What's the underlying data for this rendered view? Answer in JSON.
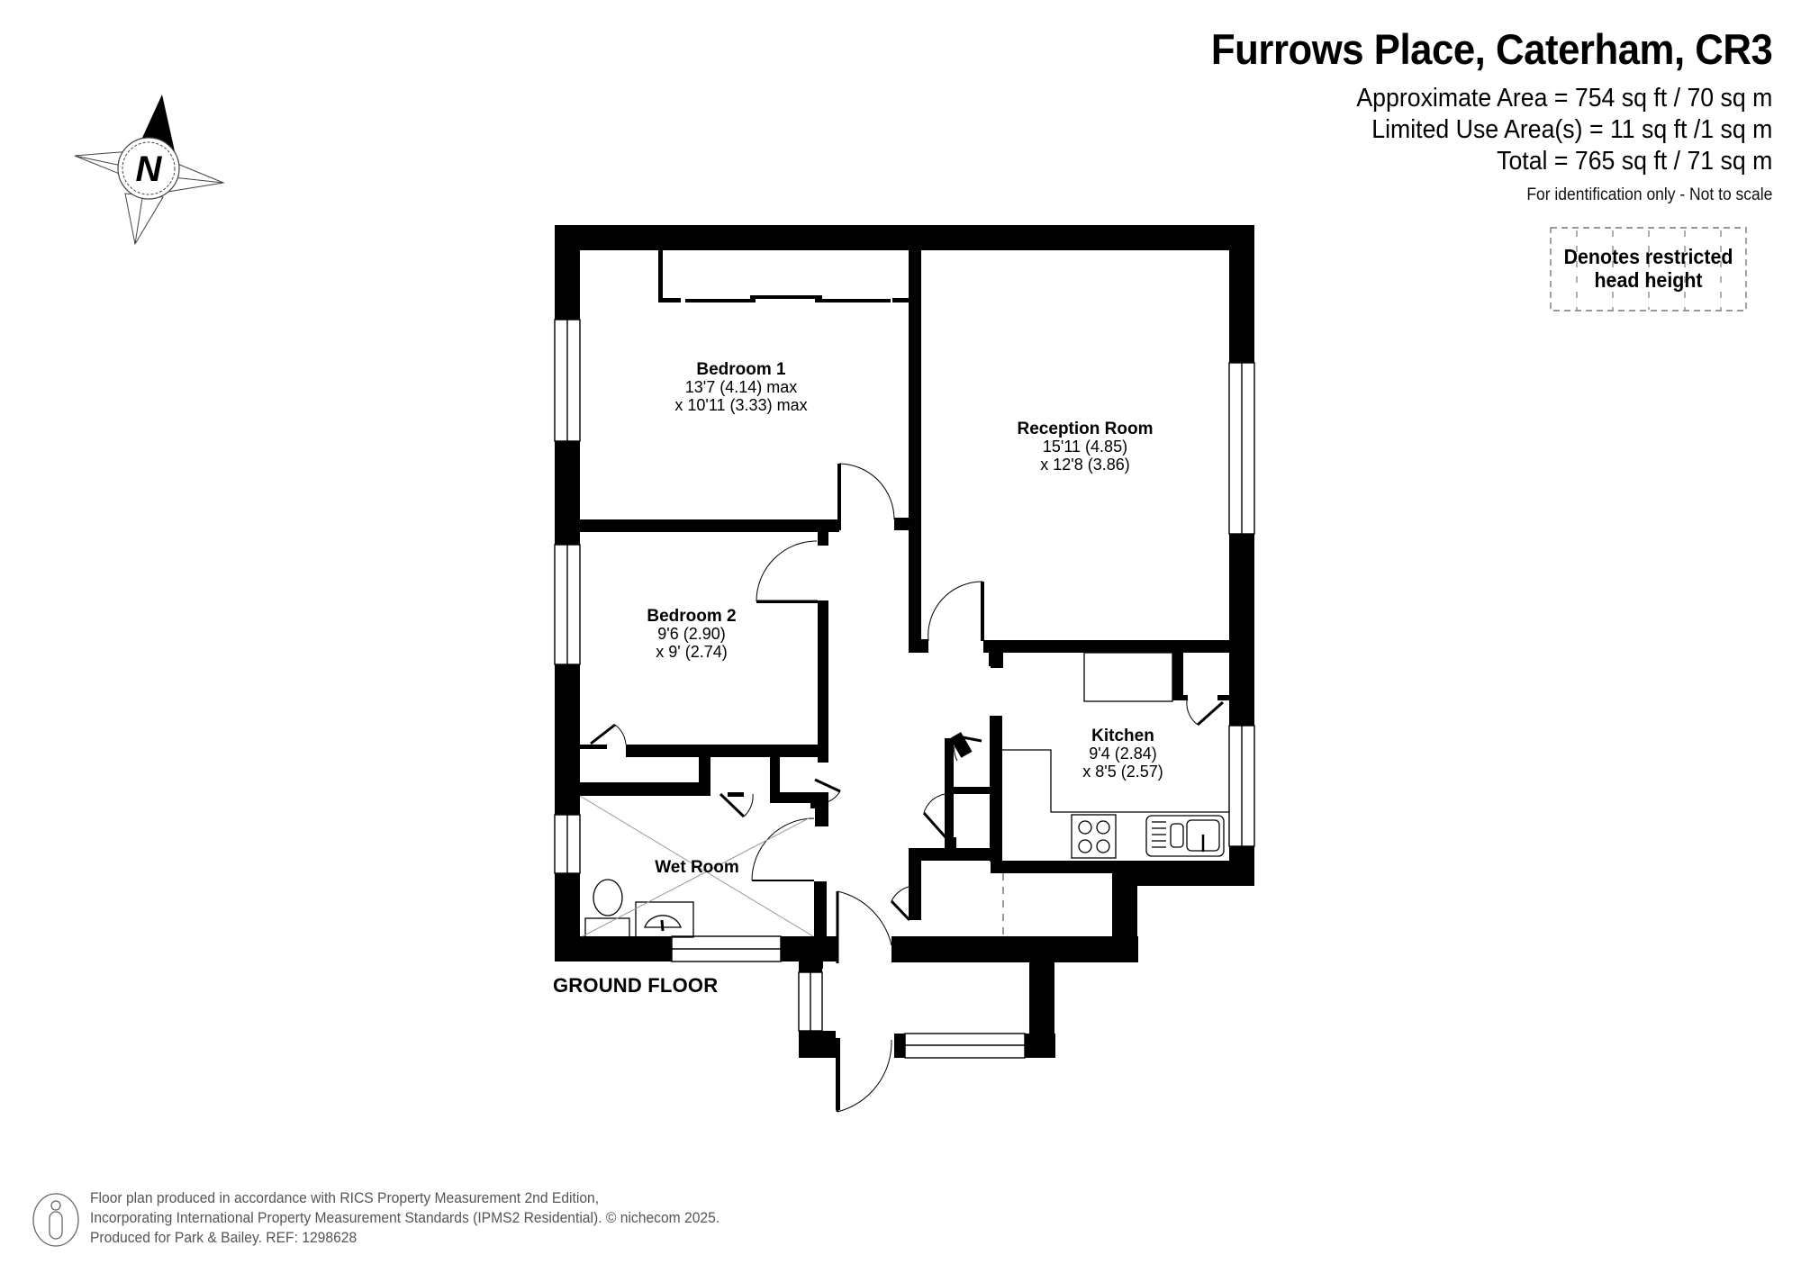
{
  "header": {
    "title": "Furrows Place, Caterham, CR3",
    "approx_area": "Approximate Area = 754 sq ft / 70 sq m",
    "limited_use_area": "Limited Use Area(s) = 11 sq ft /1 sq m",
    "total_area": "Total = 765 sq ft / 71 sq m",
    "disclaimer": "For identification only - Not to scale"
  },
  "legend": {
    "restricted_head_height": "Denotes restricted head height",
    "line1": "Denotes restricted",
    "line2": "head height"
  },
  "compass": {
    "label": "N",
    "icon": "compass-rose-icon"
  },
  "floor": {
    "label": "GROUND FLOOR"
  },
  "rooms": [
    {
      "name": "Bedroom 1",
      "dim1": "13'7 (4.14) max",
      "dim2": "x 10'11 (3.33) max"
    },
    {
      "name": "Reception Room",
      "dim1": "15'11 (4.85)",
      "dim2": "x 12'8 (3.86)"
    },
    {
      "name": "Bedroom 2",
      "dim1": "9'6 (2.90)",
      "dim2": "x 9' (2.74)"
    },
    {
      "name": "Kitchen",
      "dim1": "9'4 (2.84)",
      "dim2": "x 8'5 (2.57)"
    },
    {
      "name": "Wet Room"
    }
  ],
  "footer": {
    "line1": "Floor plan produced in accordance with RICS Property Measurement 2nd Edition,",
    "line2": "Incorporating International Property Measurement Standards (IPMS2 Residential).   © nichecom 2025.",
    "line3": "Produced for Park & Bailey.   REF: 1298628",
    "icon": "person-icon"
  },
  "colors": {
    "wall": "#000000",
    "background": "#ffffff",
    "footer_text": "#555555",
    "thin_line": "#999999"
  }
}
